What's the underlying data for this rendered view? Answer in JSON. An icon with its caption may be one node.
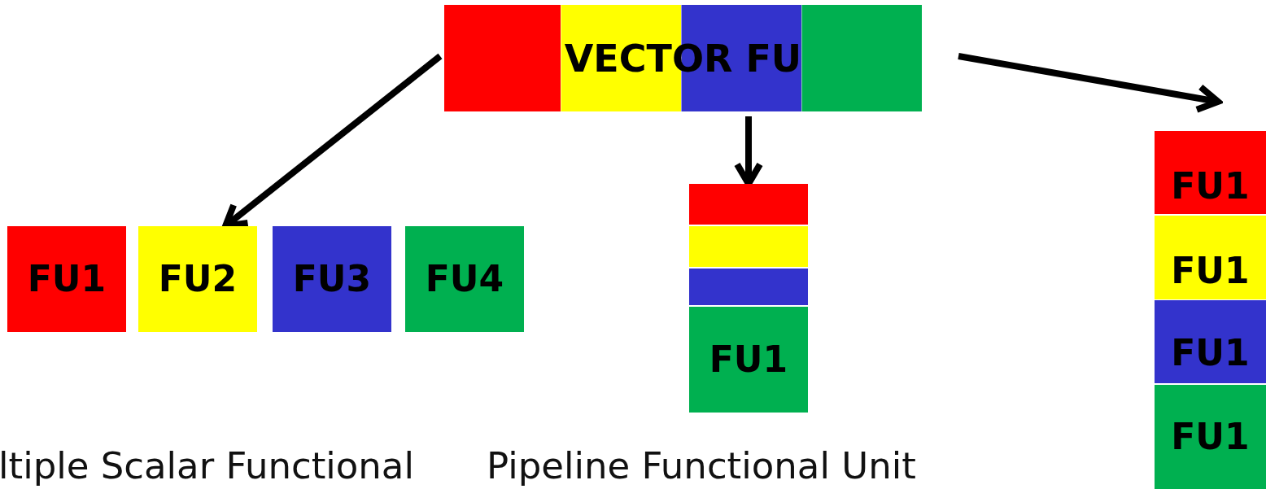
{
  "diagram": {
    "nodes": [
      {
        "text": [
          "VECTOR FU"
        ]
      },
      {
        "text": [
          "FU1"
        ]
      },
      {
        "text": [
          "FU2"
        ]
      },
      {
        "text": [
          "FU3"
        ]
      },
      {
        "text": [
          "FU4"
        ]
      },
      {
        "text": [],
        "shape": "box"
      },
      {
        "text": [],
        "shape": "box"
      },
      {
        "text": [],
        "shape": "box"
      },
      {
        "text": [
          "FU1"
        ]
      },
      {
        "text": [
          "FU1"
        ]
      },
      {
        "text": [
          "FU1"
        ]
      },
      {
        "text": [
          "FU1"
        ]
      },
      {
        "text": [
          "FU1"
        ]
      }
    ],
    "edges": [
      {
        "from": 0,
        "to": 2,
        "arrow": "to"
      },
      {
        "from": 0,
        "to": 5,
        "arrow": "to"
      },
      {
        "from": 0,
        "to": 9,
        "arrow": "to"
      }
    ],
    "labels": [
      "ltiple Scalar Functional",
      "Pipeline Functional Unit"
    ]
  }
}
